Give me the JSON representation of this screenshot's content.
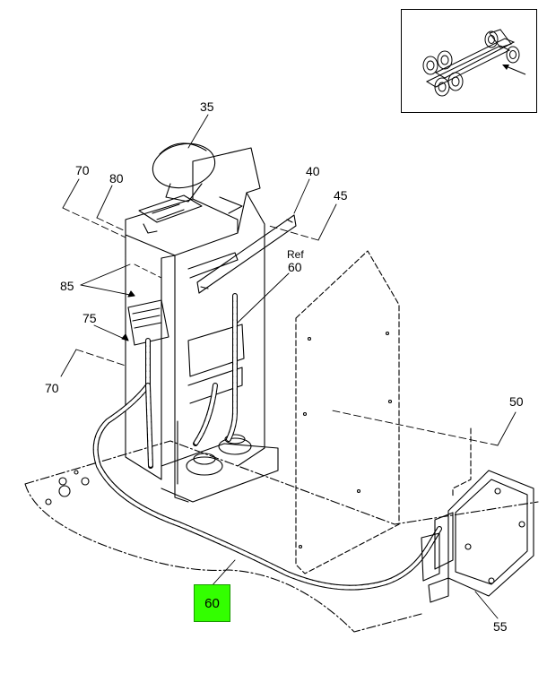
{
  "callouts": {
    "c35": "35",
    "c70_top": "70",
    "c80": "80",
    "c40": "40",
    "c45": "45",
    "ref_word": "Ref",
    "ref_num": "60",
    "c85": "85",
    "c75": "75",
    "c70_bottom": "70",
    "c50": "50",
    "c55": "55"
  },
  "highlighted_callout": {
    "label": "60",
    "color": "#33ff00"
  },
  "inset": {
    "icon": "vehicle-chassis-locator-icon"
  }
}
